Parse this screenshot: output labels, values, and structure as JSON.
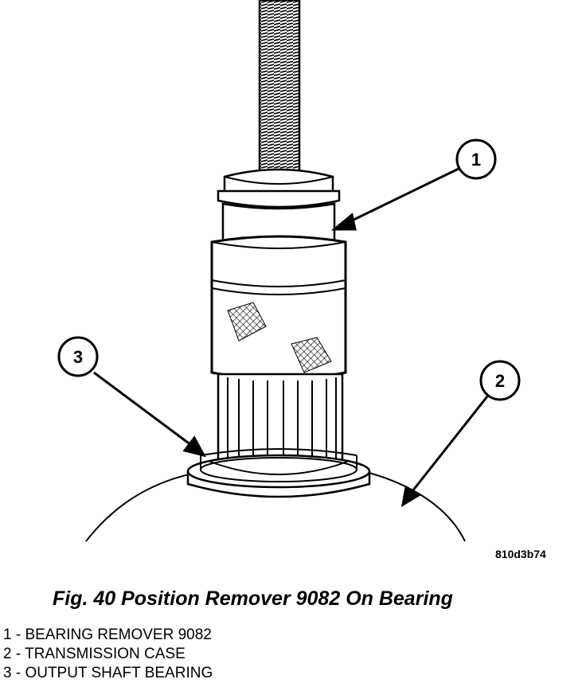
{
  "figure": {
    "callouts": [
      "1",
      "2",
      "3"
    ],
    "code": "810d3b74",
    "caption": "Fig. 40 Position Remover 9082 On Bearing"
  },
  "legend": [
    "1 - BEARING REMOVER 9082",
    "2 - TRANSMISSION CASE",
    "3 - OUTPUT SHAFT BEARING"
  ]
}
